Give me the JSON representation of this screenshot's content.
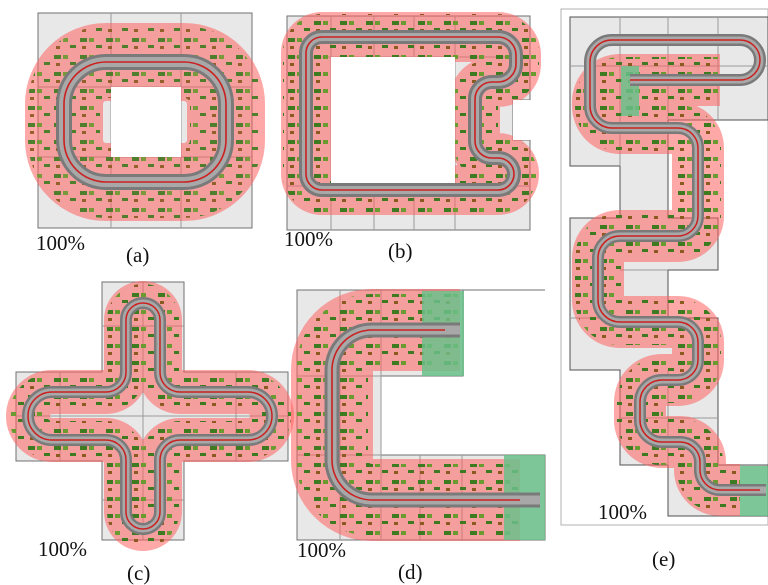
{
  "figure": {
    "panels": [
      {
        "label": "(a)",
        "coverage": "100%"
      },
      {
        "label": "(b)",
        "coverage": "100%"
      },
      {
        "label": "(c)",
        "coverage": "100%"
      },
      {
        "label": "(d)",
        "coverage": "100%"
      },
      {
        "label": "(e)",
        "coverage": "100%"
      }
    ]
  },
  "colors": {
    "background": "#ffffff",
    "tile_fill": "#e8e8e8",
    "tile_border": "#707070",
    "coverage_halo": "#ff6060",
    "track_outer": "#7a7a7a",
    "track_inner": "#a8a8a8",
    "track_center_line": "#cc2020",
    "sensor_marker": "#3d7a20",
    "exit_zone": "#6ac08a"
  },
  "icons": [
    "coverage-halo",
    "track-path",
    "sensor-marker",
    "exit-zone"
  ]
}
